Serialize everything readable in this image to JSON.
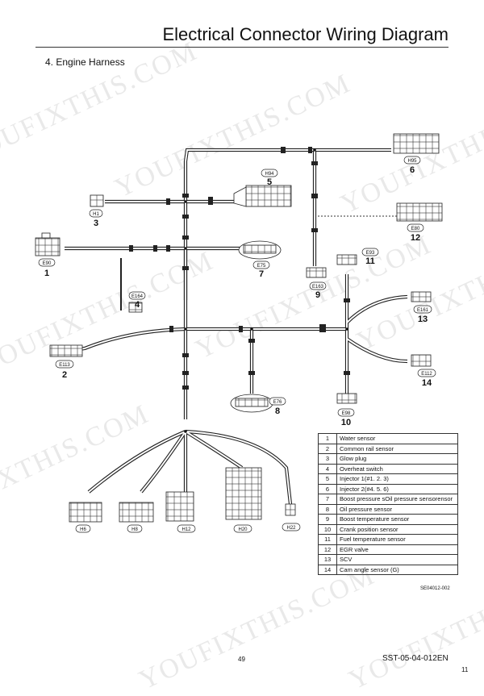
{
  "header": {
    "title": "Electrical Connector Wiring Diagram",
    "section": "4. Engine Harness"
  },
  "watermark": "YOUFIXTHIS.COM",
  "connectors": [
    {
      "code": "E90",
      "num": "1"
    },
    {
      "code": "E113",
      "num": "2"
    },
    {
      "code": "H1",
      "num": "3"
    },
    {
      "code": "E164",
      "num": "4"
    },
    {
      "code": "H94",
      "num": "5"
    },
    {
      "code": "H95",
      "num": "6"
    },
    {
      "code": "E75",
      "num": "7"
    },
    {
      "code": "E76",
      "num": "8"
    },
    {
      "code": "E163",
      "num": "9"
    },
    {
      "code": "E98",
      "num": "10"
    },
    {
      "code": "E93",
      "num": "11"
    },
    {
      "code": "E80",
      "num": "12"
    },
    {
      "code": "E161",
      "num": "13"
    },
    {
      "code": "E112",
      "num": "14"
    },
    {
      "code": "H6",
      "num": ""
    },
    {
      "code": "H8",
      "num": ""
    },
    {
      "code": "H12",
      "num": ""
    },
    {
      "code": "H20",
      "num": ""
    },
    {
      "code": "H22",
      "num": ""
    }
  ],
  "legend": [
    {
      "num": "1",
      "name": "Water sensor"
    },
    {
      "num": "2",
      "name": "Common rail sensor"
    },
    {
      "num": "3",
      "name": "Glow plug"
    },
    {
      "num": "4",
      "name": "Overheat switch"
    },
    {
      "num": "5",
      "name": "Injector 1(#1. 2. 3)"
    },
    {
      "num": "6",
      "name": "Injector 2(#4. 5. 6)"
    },
    {
      "num": "7",
      "name": "Boost pressure sOil pressure sensorensor"
    },
    {
      "num": "8",
      "name": "Oil pressure sensor"
    },
    {
      "num": "9",
      "name": "Boost temperature sensor"
    },
    {
      "num": "10",
      "name": "Crank position sensor"
    },
    {
      "num": "11",
      "name": "Fuel temperature sensor"
    },
    {
      "num": "12",
      "name": "EGR valve"
    },
    {
      "num": "13",
      "name": "SCV"
    },
    {
      "num": "14",
      "name": "Cam angle sensor (G)"
    }
  ],
  "footer": {
    "figure_code": "SE04012-002",
    "page_number": "49",
    "doc_id": "SST-05-04-012EN",
    "sheet_number": "11"
  }
}
